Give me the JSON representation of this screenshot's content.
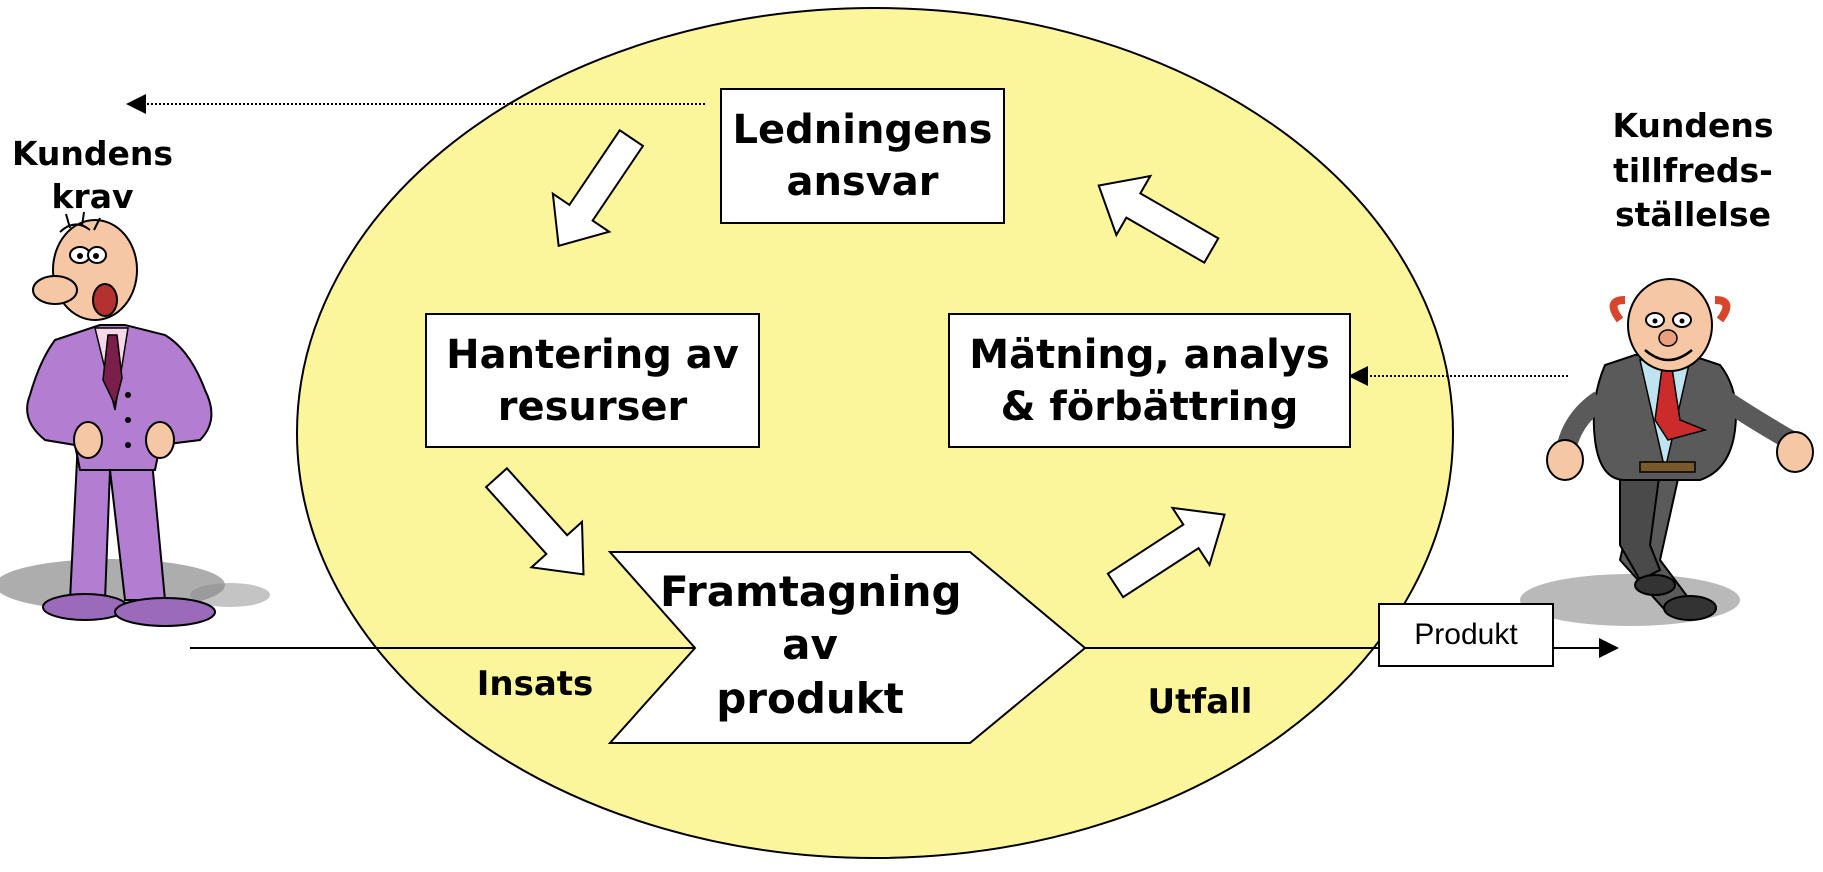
{
  "boxes": {
    "ledningens": {
      "line1": "Ledningens",
      "line2": "ansvar"
    },
    "hantering": {
      "line1": "Hantering av",
      "line2": "resurser"
    },
    "matning": {
      "line1": "Mätning, analys",
      "line2": "& förbättring"
    },
    "framtagning": {
      "line1": "Framtagning",
      "line2": "av",
      "line3": "produkt"
    }
  },
  "labels": {
    "kundens_krav": {
      "line1": "Kundens",
      "line2": "krav"
    },
    "kundens_tillfredsstallelse": {
      "line1": "Kundens",
      "line2": "tillfreds-",
      "line3": "ställelse"
    },
    "insats": "Insats",
    "utfall": "Utfall",
    "produkt": "Produkt"
  },
  "colors": {
    "ellipse_fill": "#fbf59c",
    "outline": "#000000",
    "box_fill": "#ffffff",
    "left_suit": "#b37ed1",
    "right_suit": "#5a5a5a",
    "skin": "#f6c7a5",
    "shadow": "#8a8a8a"
  },
  "icons": {
    "left_figure": "angry-customer-icon",
    "right_figure": "happy-customer-icon"
  }
}
